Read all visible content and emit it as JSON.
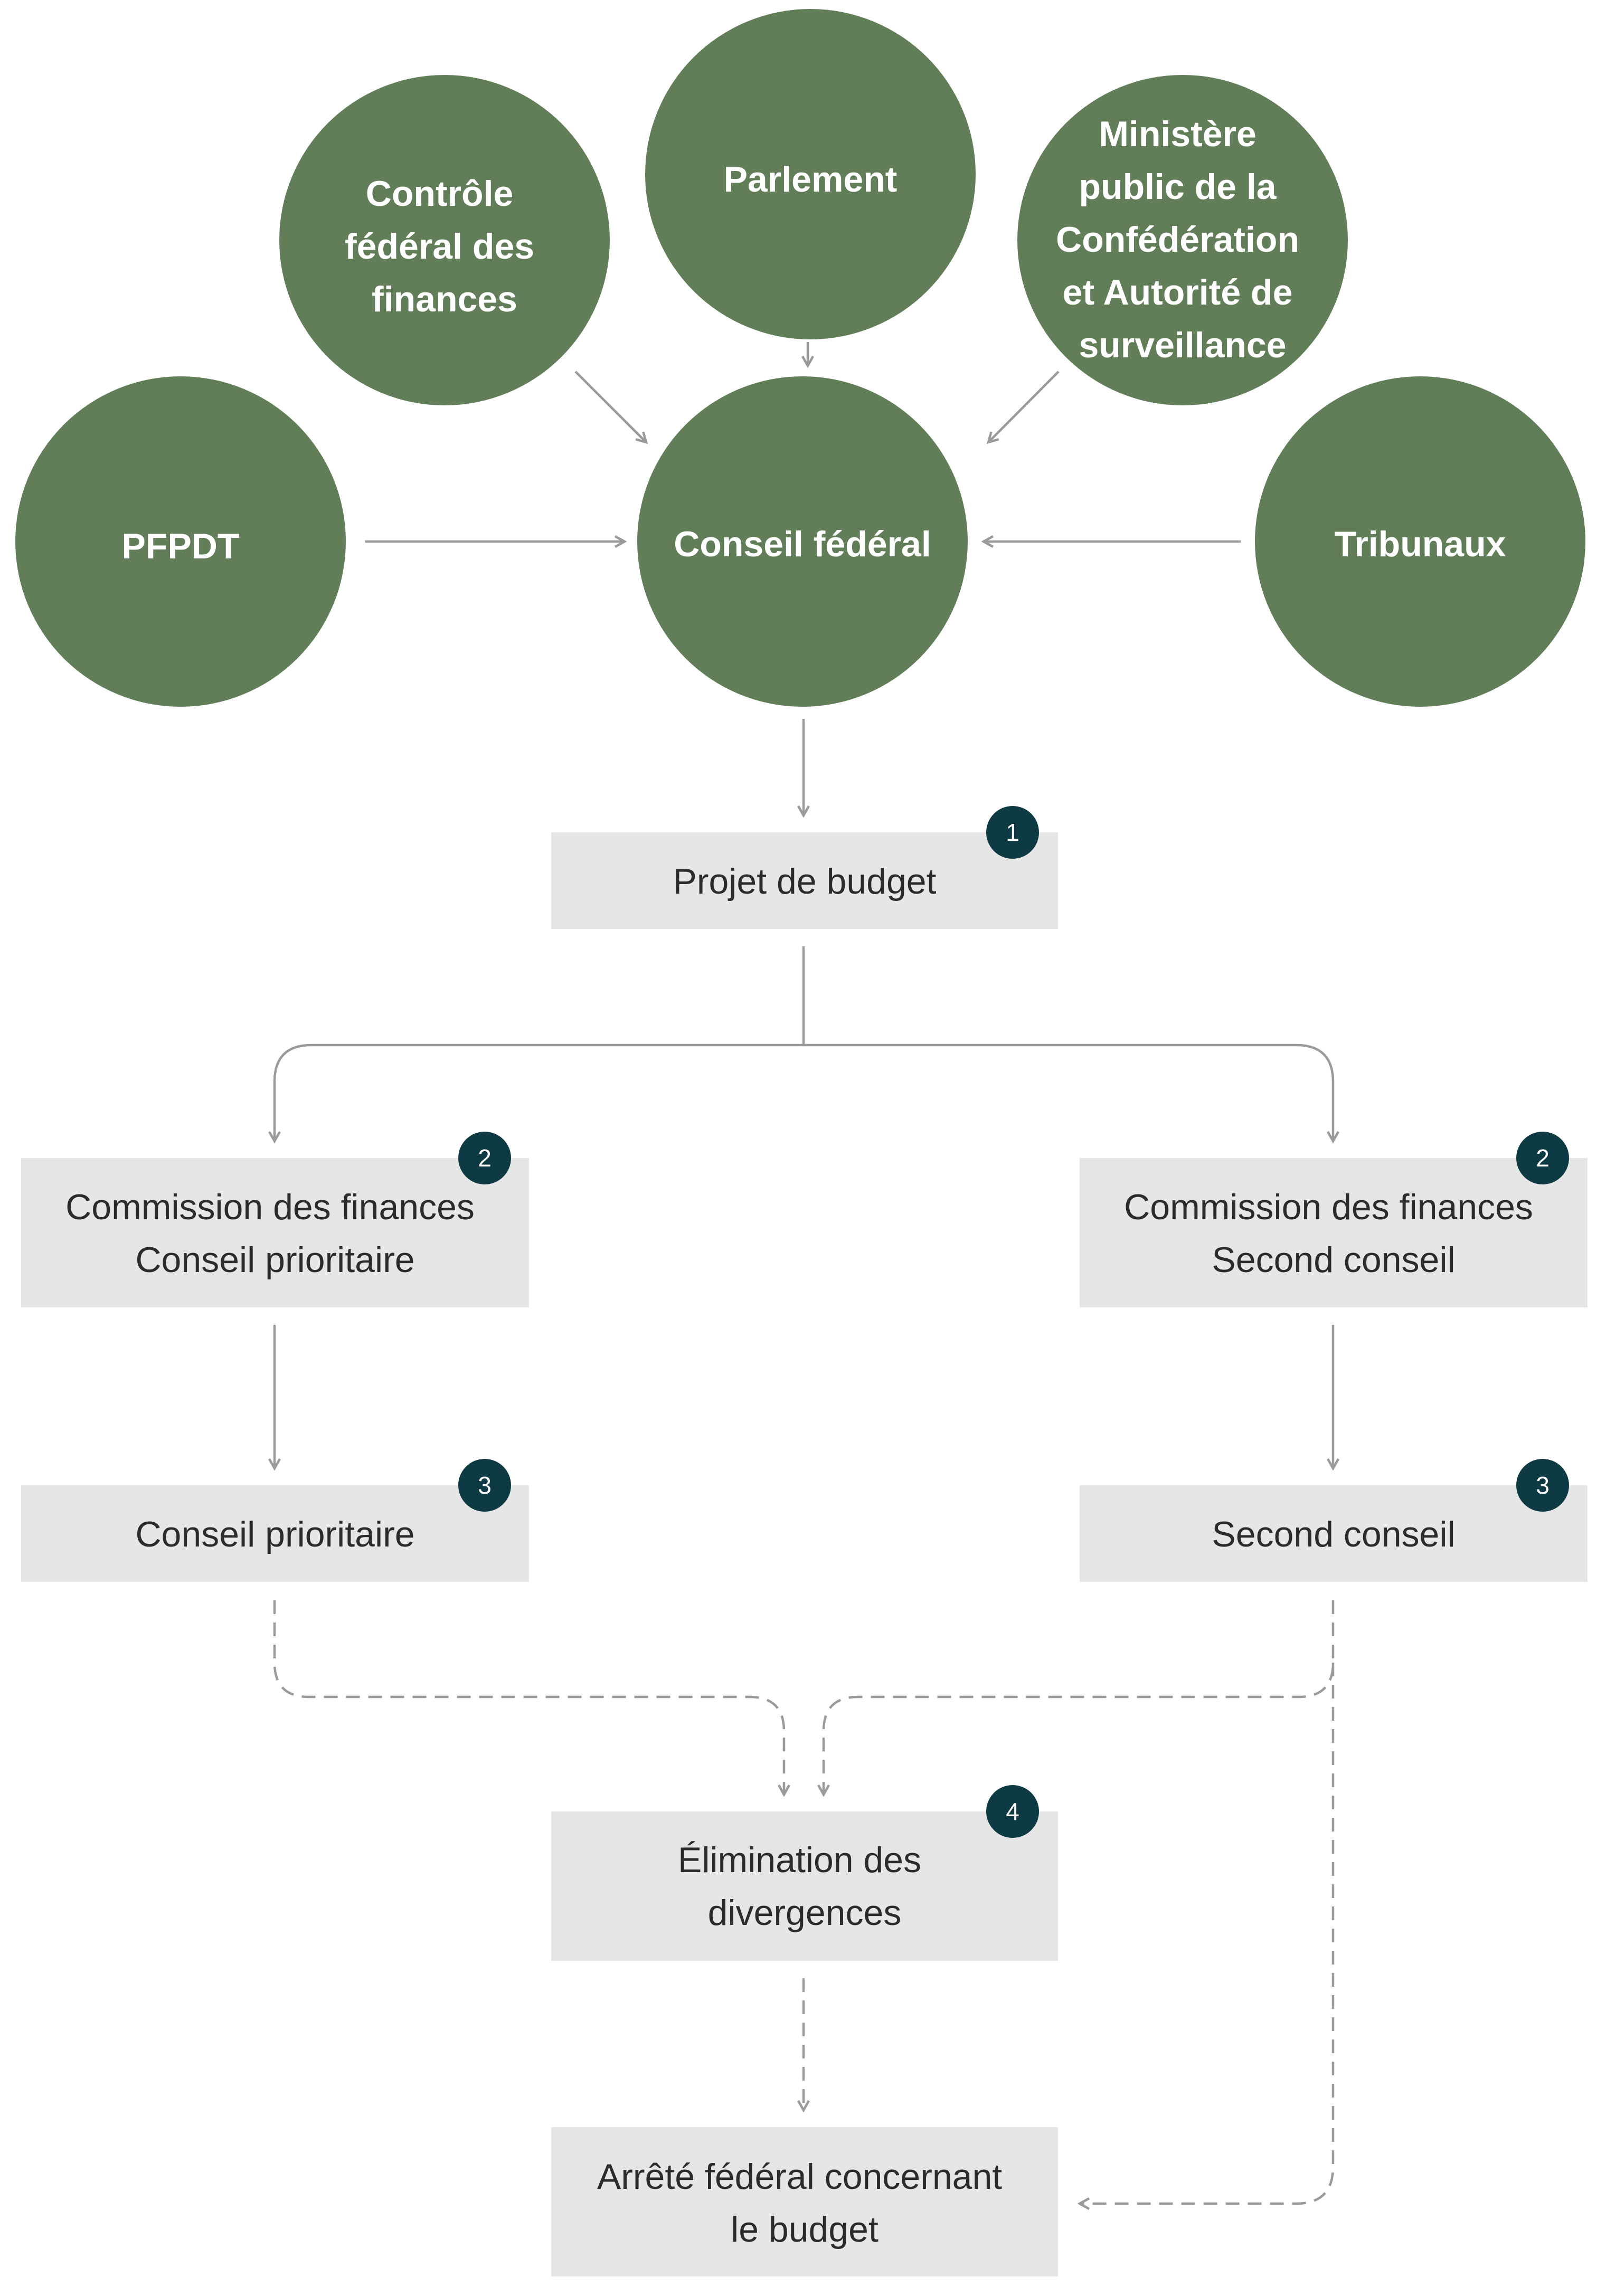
{
  "colors": {
    "circle_fill": "#627e58",
    "box_fill": "#e6e6e6",
    "badge_fill": "#0e3b43",
    "connector": "#9a9a9a",
    "box_text": "#2b2b2b"
  },
  "circles": {
    "controle": [
      "Contrôle",
      "fédéral des",
      "finances"
    ],
    "parlement": [
      "Parlement"
    ],
    "ministere": [
      "Ministère",
      "public de la",
      "Confédération",
      "et Autorité de",
      "surveillance"
    ],
    "pfpdt": [
      "PFPDT"
    ],
    "conseil_federal": [
      "Conseil fédéral"
    ],
    "tribunaux": [
      "Tribunaux"
    ]
  },
  "boxes": {
    "projet": [
      "Projet de budget"
    ],
    "commission_left": [
      "Commission des finances",
      "Conseil prioritaire"
    ],
    "commission_right": [
      "Commission des finances",
      "Second conseil"
    ],
    "conseil_prioritaire": [
      "Conseil prioritaire"
    ],
    "second_conseil": [
      "Second conseil"
    ],
    "elimination": [
      "Élimination des",
      "divergences"
    ],
    "arrete": [
      "Arrêté fédéral concernant",
      "le budget"
    ]
  },
  "badges": {
    "projet": "1",
    "commission_left": "2",
    "commission_right": "2",
    "conseil_prioritaire": "3",
    "second_conseil": "3",
    "elimination": "4"
  }
}
